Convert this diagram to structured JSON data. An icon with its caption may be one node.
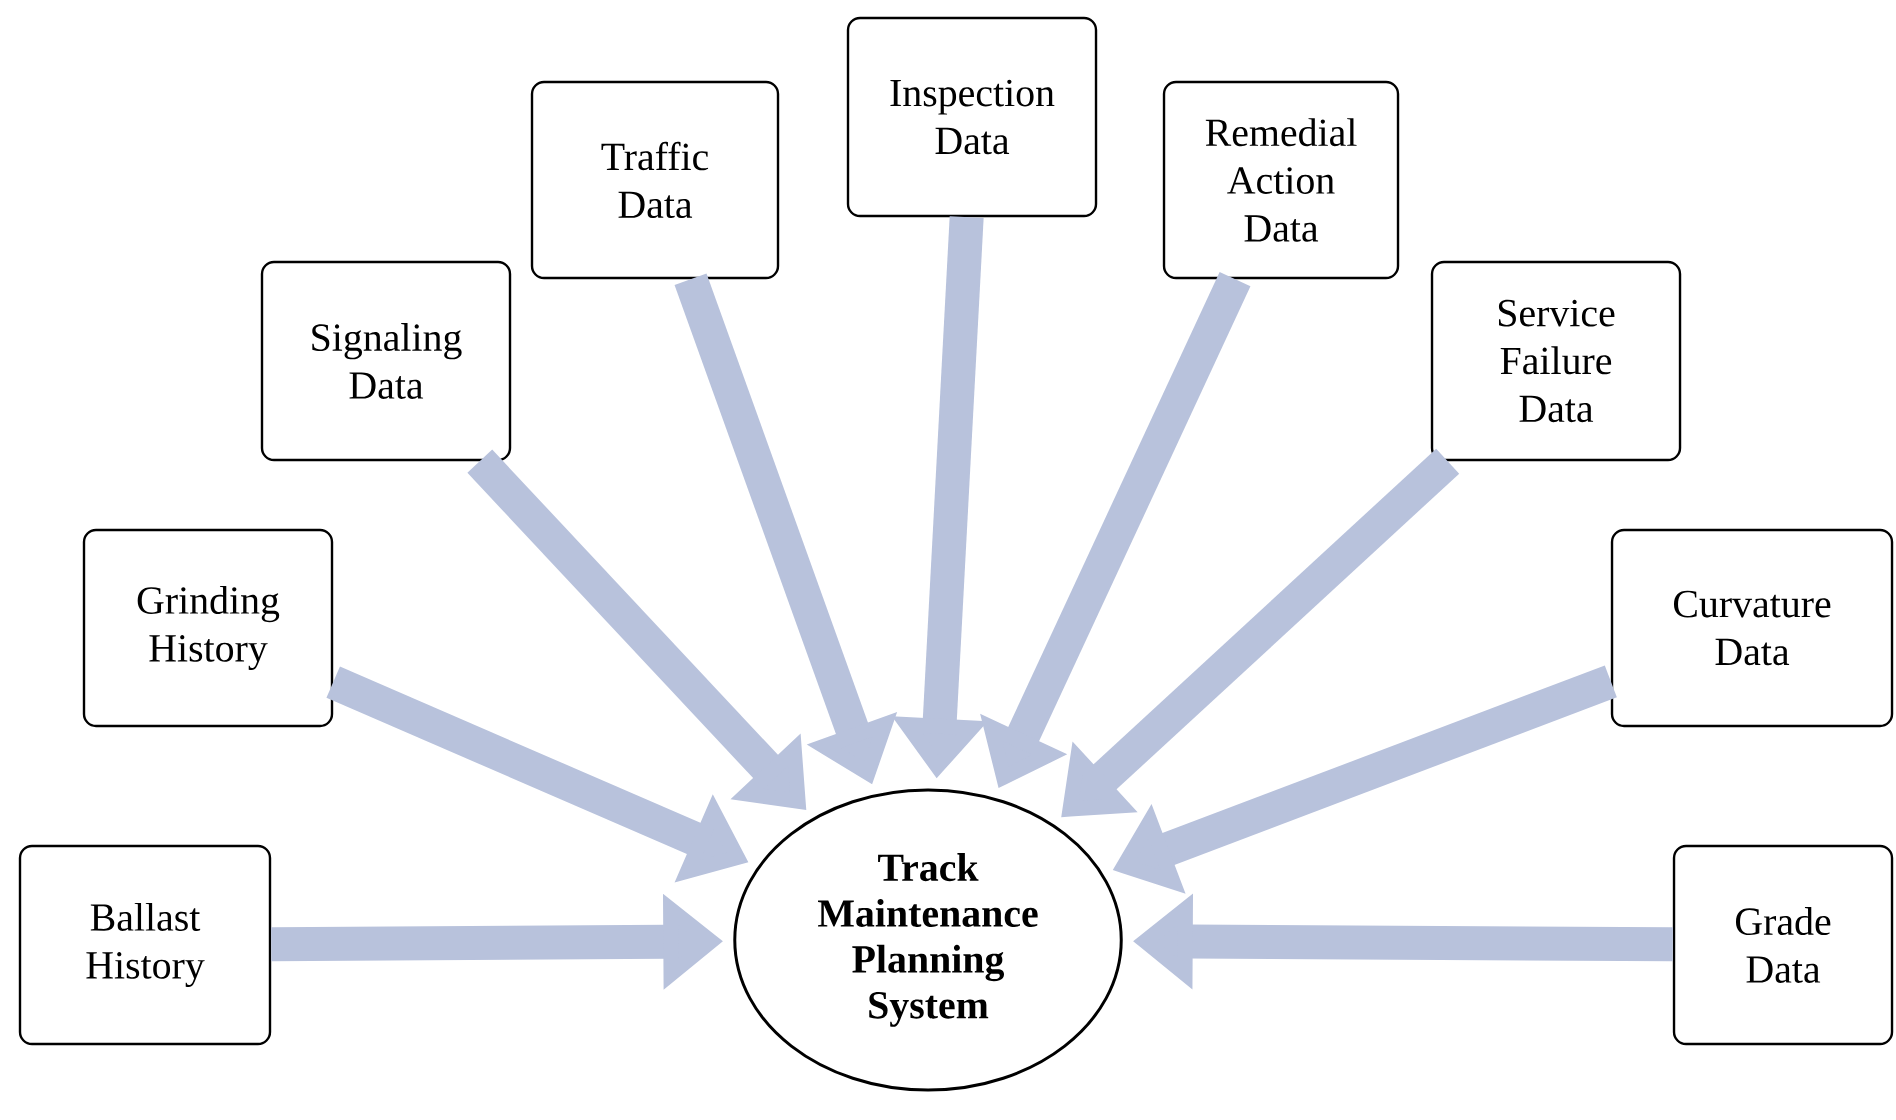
{
  "diagram": {
    "nodes": [
      {
        "text": [
          "Track Maintenance Planning System"
        ]
      },
      {
        "text": [
          "Ballast History"
        ]
      },
      {
        "text": [
          "Grinding History"
        ]
      },
      {
        "text": [
          "Signaling Data"
        ]
      },
      {
        "text": [
          "Traffic Data"
        ]
      },
      {
        "text": [
          "Inspection Data"
        ]
      },
      {
        "text": [
          "Remedial Action Data"
        ]
      },
      {
        "text": [
          "Service Failure Data"
        ]
      },
      {
        "text": [
          "Curvature Data"
        ]
      },
      {
        "text": [
          "Grade Data"
        ]
      }
    ],
    "edges": [
      {
        "from": 1,
        "to": 0,
        "arrow": "to"
      },
      {
        "from": 2,
        "to": 0,
        "arrow": "to"
      },
      {
        "from": 3,
        "to": 0,
        "arrow": "to"
      },
      {
        "from": 4,
        "to": 0,
        "arrow": "to"
      },
      {
        "from": 5,
        "to": 0,
        "arrow": "to"
      },
      {
        "from": 6,
        "to": 0,
        "arrow": "to"
      },
      {
        "from": 7,
        "to": 0,
        "arrow": "to"
      },
      {
        "from": 8,
        "to": 0,
        "arrow": "to"
      },
      {
        "from": 9,
        "to": 0,
        "arrow": "to"
      }
    ]
  }
}
